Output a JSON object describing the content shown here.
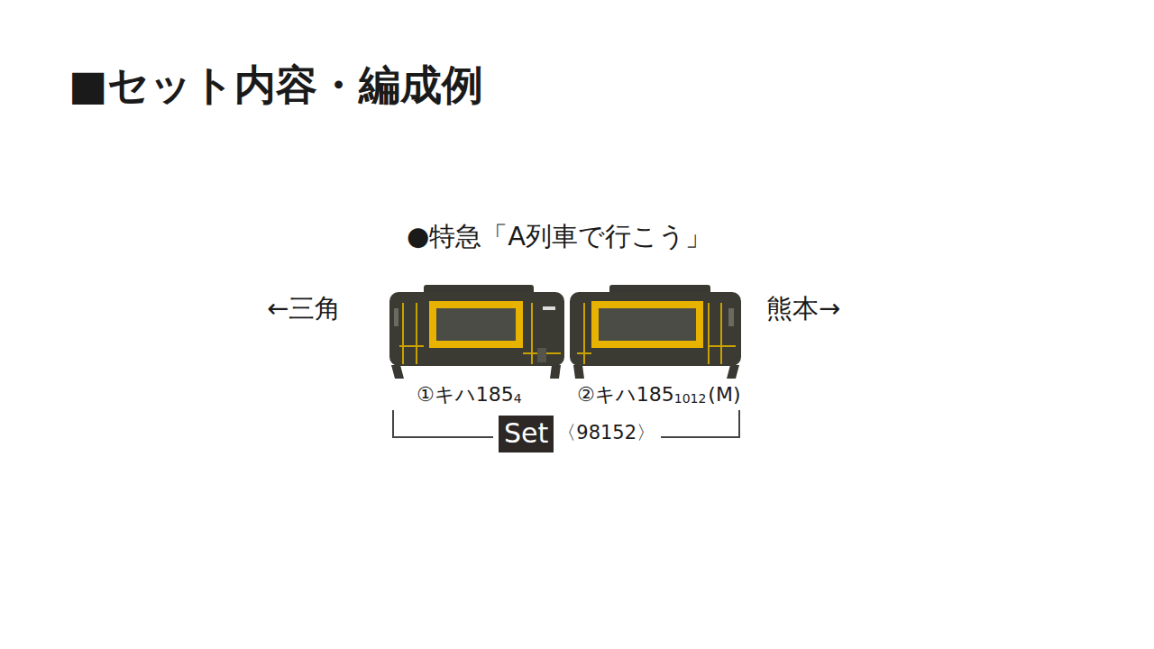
{
  "diagram": {
    "title": "■セット内容・編成例",
    "nodes": [
      {
        "text": [
          "Set"
        ]
      }
    ],
    "labels": [
      "●特急「A列車で行こう」",
      "←三角",
      "熊本→",
      "①キハ185",
      "4",
      "②キハ185",
      "1012",
      "(M)",
      "〈98152〉"
    ]
  }
}
